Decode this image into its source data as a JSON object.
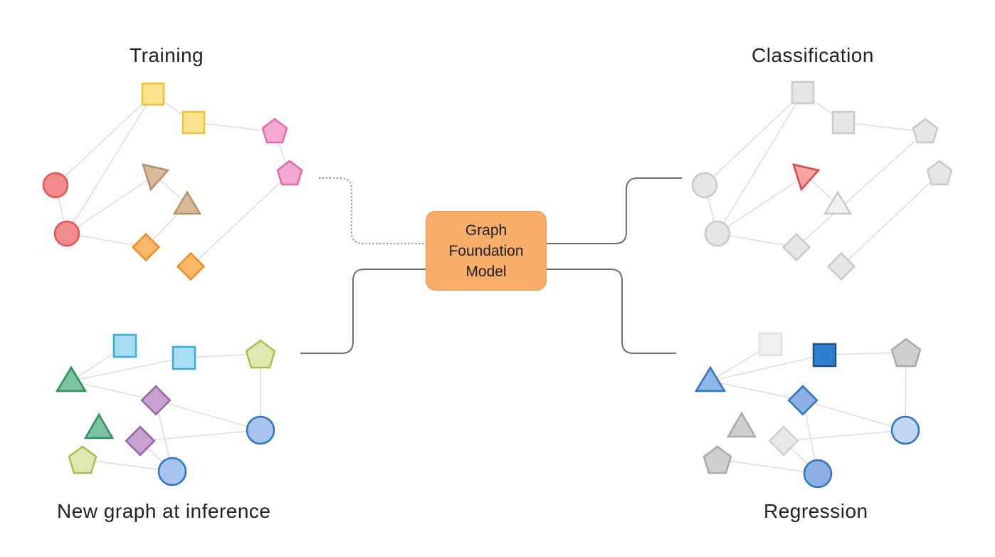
{
  "labels": {
    "training": "Training",
    "classification": "Classification",
    "inference": "New graph at inference",
    "regression": "Regression"
  },
  "model": {
    "line1": "Graph",
    "line2": "Foundation",
    "line3": "Model"
  },
  "colors": {
    "edge": "#dcdcdc",
    "connector": "#6e6e6e",
    "model_fill": "#f9ad6a",
    "red_circle": "#f28b8b",
    "yellow_square": "#fde28f",
    "tan_triangle": "#d9b99b",
    "orange_diamond": "#fbb868",
    "pink_pentagon": "#f6a9d0",
    "blue_square": "#a9dcf5",
    "green_triangle": "#7cc3a0",
    "lime_pentagon": "#dde9b1",
    "purple_diamond": "#c7a1d1",
    "blue_circle": "#a6c4ee",
    "gray_node": "#e6e6e6",
    "highlight_red": "#f3a4a4",
    "highlight_blue": "#2f7fcf"
  },
  "icons": [
    "circle-node-icon",
    "square-node-icon",
    "triangle-node-icon",
    "diamond-node-icon",
    "pentagon-node-icon"
  ]
}
